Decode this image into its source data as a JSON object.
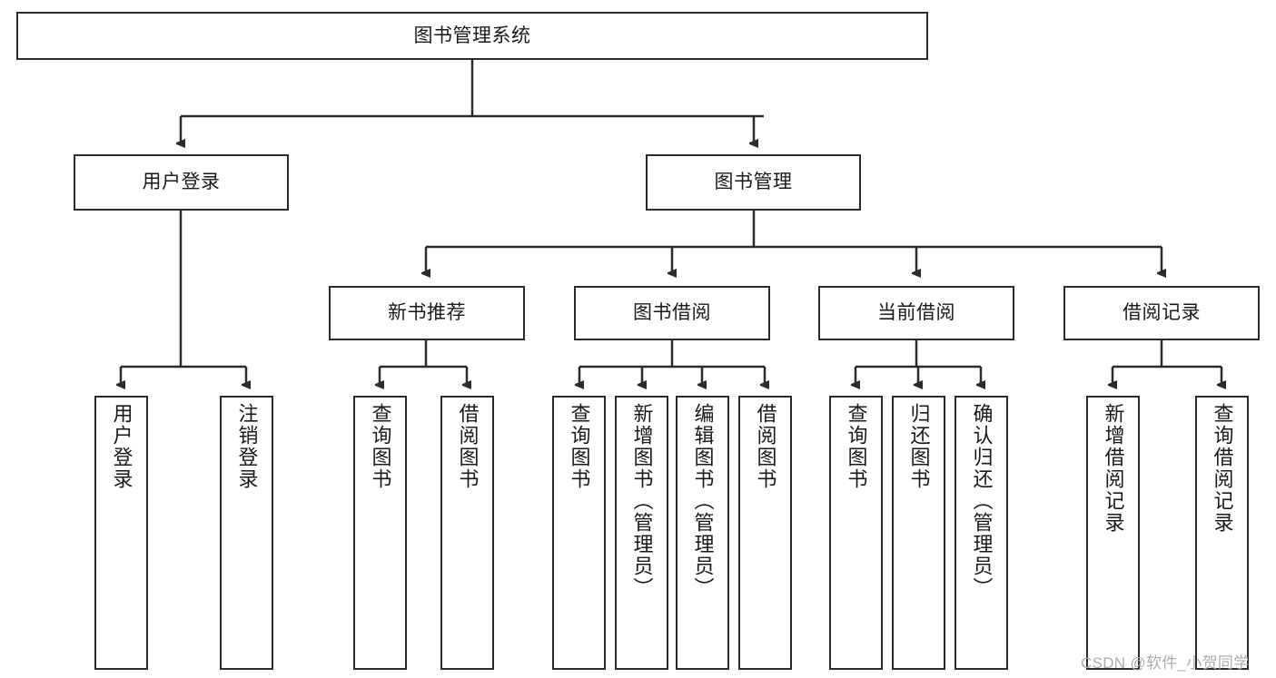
{
  "diagram": {
    "title": "图书管理系统",
    "type": "tree-hierarchy",
    "orientation": "top-down",
    "colors": {
      "box_border": "#2b2b2b",
      "box_fill": "#ffffff",
      "edge": "#2b2b2b",
      "text": "#1a1a1a",
      "watermark": "#a9adb3",
      "background": "#ffffff"
    },
    "nodes": {
      "root": {
        "label": "图书管理系统"
      },
      "level2": [
        {
          "id": "user-login",
          "label": "用户登录"
        },
        {
          "id": "book-manage",
          "label": "图书管理"
        }
      ],
      "level3": [
        {
          "id": "new-book-recommend",
          "label": "新书推荐"
        },
        {
          "id": "book-borrow",
          "label": "图书借阅"
        },
        {
          "id": "current-borrow",
          "label": "当前借阅"
        },
        {
          "id": "borrow-record",
          "label": "借阅记录"
        }
      ],
      "leaves": {
        "user_login": [
          {
            "id": "leaf-user-login",
            "label": "用户登录"
          },
          {
            "id": "leaf-logout-login",
            "label": "注销登录"
          }
        ],
        "new_book_recommend": [
          {
            "id": "leaf-query-book-1",
            "label": "查询图书"
          },
          {
            "id": "leaf-borrow-book-1",
            "label": "借阅图书"
          }
        ],
        "book_borrow": [
          {
            "id": "leaf-query-book-2",
            "label": "查询图书"
          },
          {
            "id": "leaf-add-book",
            "label": "新增图书（管理员）"
          },
          {
            "id": "leaf-edit-book",
            "label": "编辑图书（管理员）"
          },
          {
            "id": "leaf-borrow-book-2",
            "label": "借阅图书"
          }
        ],
        "current_borrow": [
          {
            "id": "leaf-query-book-3",
            "label": "查询图书"
          },
          {
            "id": "leaf-return-book",
            "label": "归还图书"
          },
          {
            "id": "leaf-confirm-return",
            "label": "确认归还（管理员）"
          }
        ],
        "borrow_record": [
          {
            "id": "leaf-add-record",
            "label": "新增借阅记录"
          },
          {
            "id": "leaf-query-record",
            "label": "查询借阅记录"
          }
        ]
      }
    },
    "watermark": "CSDN @软件_小贺同学"
  }
}
